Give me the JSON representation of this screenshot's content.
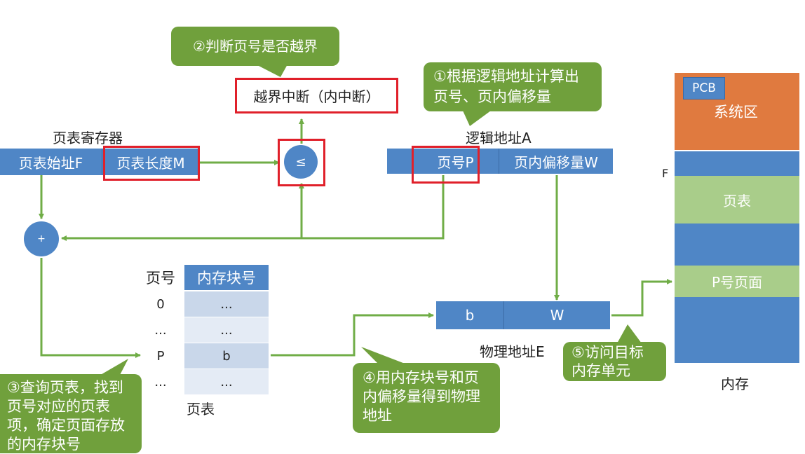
{
  "bubbles": {
    "step1": "①根据逻辑地址计算出页号、页内偏移量",
    "step2": "②判断页号是否越界",
    "step3": "③查询页表，找到页号对应的页表项，确定页面存放的内存块号",
    "step4": "④用内存块号和页内偏移量得到物理地址",
    "step5": "⑤访问目标内存单元"
  },
  "interrupt": "越界中断（内中断）",
  "page_table_register": {
    "title": "页表寄存器",
    "start": "页表始址F",
    "length": "页表长度M"
  },
  "compare_symbol": "≤",
  "plus_symbol": "+",
  "logical_address": {
    "title": "逻辑地址A",
    "page_no": "页号P",
    "offset": "页内偏移量W"
  },
  "page_table": {
    "col_page": "页号",
    "col_block": "内存块号",
    "rows": [
      {
        "page": "0",
        "block": "..."
      },
      {
        "page": "...",
        "block": "..."
      },
      {
        "page": "P",
        "block": "b"
      },
      {
        "page": "...",
        "block": "..."
      }
    ],
    "caption": "页表"
  },
  "physical_address": {
    "block": "b",
    "offset": "W",
    "title": "物理地址E"
  },
  "memory": {
    "pcb": "PCB",
    "system": "系统区",
    "marker_f": "F",
    "page_table": "页表",
    "page_p": "P号页面",
    "caption": "内存"
  },
  "colors": {
    "blue": "#4f86c6",
    "green_bubble": "#70a03c",
    "light_green": "#a9cd8a",
    "orange": "#e07a3f",
    "red": "#e0202a",
    "arrow": "#70ad47"
  }
}
